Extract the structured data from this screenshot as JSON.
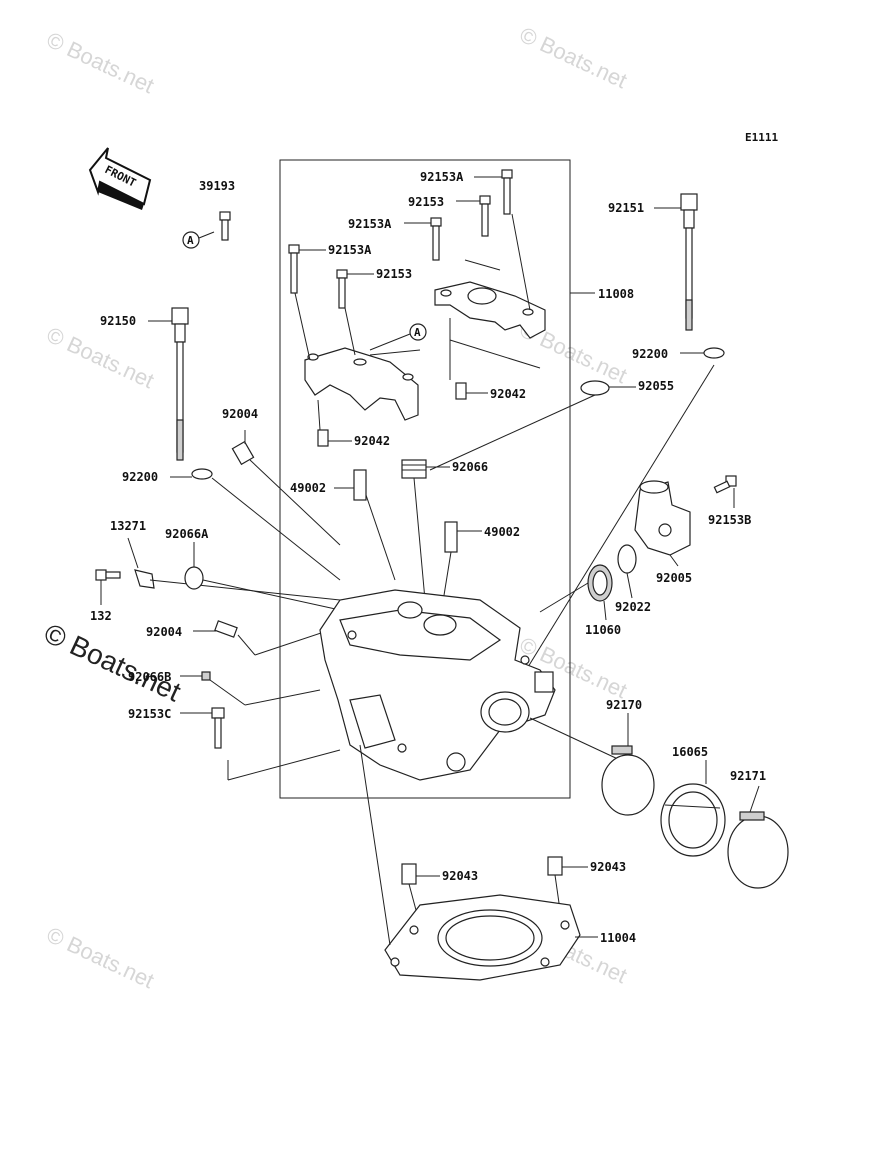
{
  "diagram_code": "E1111",
  "front_label": "FRONT",
  "ref_marker": "A",
  "watermark": "© Boats.net",
  "parts": [
    {
      "id": "p39193",
      "num": "39193"
    },
    {
      "id": "p92153A_1",
      "num": "92153A"
    },
    {
      "id": "p92153_1",
      "num": "92153"
    },
    {
      "id": "p92153A_2",
      "num": "92153A"
    },
    {
      "id": "p92153A_3",
      "num": "92153A"
    },
    {
      "id": "p92153_2",
      "num": "92153"
    },
    {
      "id": "p11008",
      "num": "11008"
    },
    {
      "id": "p92151",
      "num": "92151"
    },
    {
      "id": "p92150",
      "num": "92150"
    },
    {
      "id": "p92200_1",
      "num": "92200"
    },
    {
      "id": "p92042_1",
      "num": "92042"
    },
    {
      "id": "p92055",
      "num": "92055"
    },
    {
      "id": "p92004_1",
      "num": "92004"
    },
    {
      "id": "p92042_2",
      "num": "92042"
    },
    {
      "id": "p92066",
      "num": "92066"
    },
    {
      "id": "p92200_2",
      "num": "92200"
    },
    {
      "id": "p49002_1",
      "num": "49002"
    },
    {
      "id": "p92153B",
      "num": "92153B"
    },
    {
      "id": "p13271",
      "num": "13271"
    },
    {
      "id": "p92066A",
      "num": "92066A"
    },
    {
      "id": "p49002_2",
      "num": "49002"
    },
    {
      "id": "p92005",
      "num": "92005"
    },
    {
      "id": "p132",
      "num": "132"
    },
    {
      "id": "p92022",
      "num": "92022"
    },
    {
      "id": "p92004_2",
      "num": "92004"
    },
    {
      "id": "p11060",
      "num": "11060"
    },
    {
      "id": "p92066B",
      "num": "92066B"
    },
    {
      "id": "p92170",
      "num": "92170"
    },
    {
      "id": "p92153C",
      "num": "92153C"
    },
    {
      "id": "p16065",
      "num": "16065"
    },
    {
      "id": "p92171",
      "num": "92171"
    },
    {
      "id": "p92043_1",
      "num": "92043"
    },
    {
      "id": "p92043_2",
      "num": "92043"
    },
    {
      "id": "p11004",
      "num": "11004"
    }
  ]
}
